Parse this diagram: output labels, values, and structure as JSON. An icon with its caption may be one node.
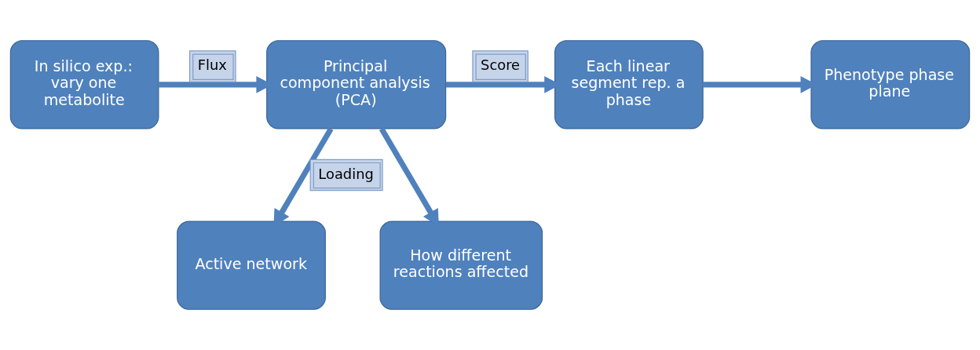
{
  "diagram": {
    "nodes": [
      {
        "text": [
          "In silico exp.: vary one metabolite"
        ]
      },
      {
        "text": [
          "Principal component analysis (PCA)"
        ]
      },
      {
        "text": [
          "Each linear segment rep. a phase"
        ]
      },
      {
        "text": [
          "Phenotype phase plane"
        ]
      },
      {
        "text": [
          "Active network"
        ]
      },
      {
        "text": [
          "How different reactions affected"
        ]
      }
    ],
    "edges": [
      {
        "from": 0,
        "to": 1,
        "arrow": "to",
        "label": "Flux"
      },
      {
        "from": 1,
        "to": 2,
        "arrow": "to",
        "label": "Score"
      },
      {
        "from": 2,
        "to": 3,
        "arrow": "to"
      },
      {
        "from": 1,
        "to": 4,
        "arrow": "to",
        "label": "Loading"
      },
      {
        "from": 1,
        "to": 5,
        "arrow": "to"
      }
    ]
  }
}
